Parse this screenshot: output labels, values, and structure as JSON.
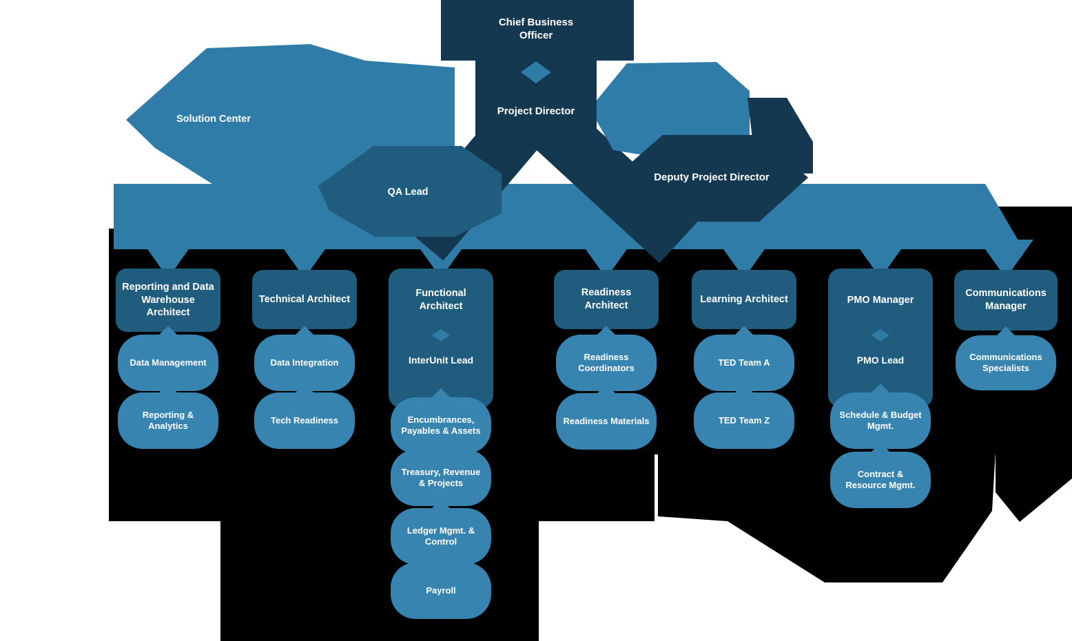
{
  "colors": {
    "navy": "#14384F",
    "teal": "#1F5C7E",
    "band_blue": "#2F7CA8",
    "node_blue": "#3784B1",
    "shadow": "#000000",
    "text": "#FFFFFF"
  },
  "top": {
    "chief_business_officer": "Chief Business Officer",
    "project_director": "Project Director",
    "solution_center": "Solution Center",
    "qa_lead": "QA Lead",
    "deputy_project_director": "Deputy Project Director"
  },
  "columns": [
    {
      "title": "Reporting and Data Warehouse Architect",
      "reports": [
        "Data Management",
        "Reporting & Analytics"
      ]
    },
    {
      "title": "Technical Architect",
      "reports": [
        "Data Integration",
        "Tech Readiness"
      ]
    },
    {
      "title": "Functional Architect",
      "lead": "InterUnit Lead",
      "reports": [
        "Encumbrances, Payables & Assets",
        "Treasury, Revenue & Projects",
        "Ledger Mgmt. & Control",
        "Payroll"
      ]
    },
    {
      "title": "Readiness Architect",
      "reports": [
        "Readiness Coordinators",
        "Readiness Materials"
      ]
    },
    {
      "title": "Learning Architect",
      "reports": [
        "TED Team A",
        "TED Team Z"
      ]
    },
    {
      "title": "PMO Manager",
      "lead": "PMO Lead",
      "reports": [
        "Schedule & Budget Mgmt.",
        "Contract & Resource Mgmt."
      ]
    },
    {
      "title": "Communications Manager",
      "reports": [
        "Communications Specialists"
      ]
    }
  ]
}
